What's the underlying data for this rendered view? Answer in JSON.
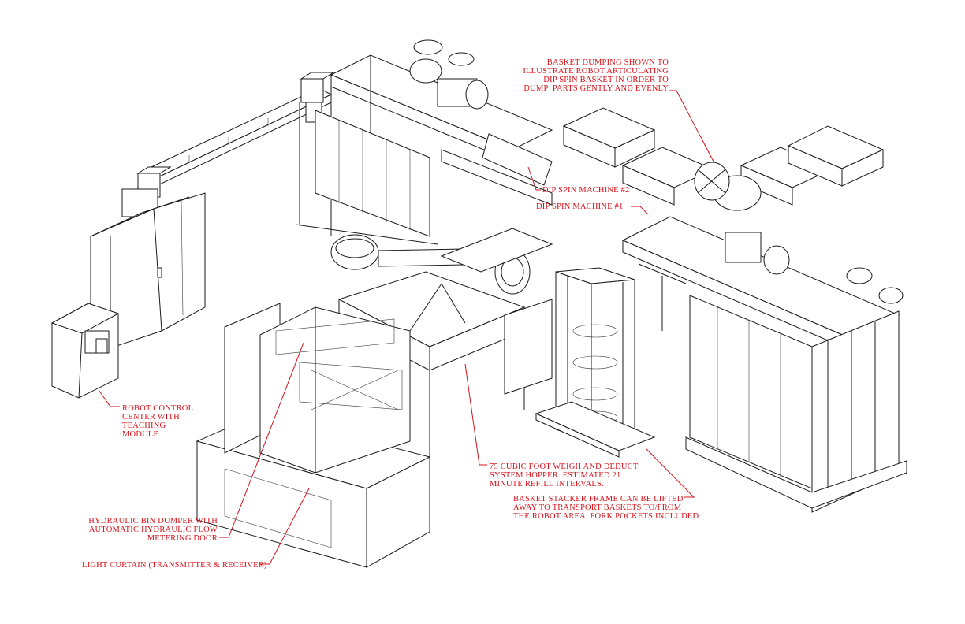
{
  "callouts": {
    "basket_dumping": "BASKET DUMPING SHOWN TO\nILLUSTRATE ROBOT ARTICULATING\nDIP SPIN BASKET IN ORDER TO\nDUMP  PARTS GENTLY AND EVENLY",
    "dip_spin_2": "DIP SPIN MACHINE #2",
    "dip_spin_1": "DIP SPIN MACHINE #1",
    "robot_control": "ROBOT CONTROL\nCENTER WITH\nTEACHING\nMODULE",
    "hopper": "75 CUBIC FOOT WEIGH AND DEDUCT\nSYSTEM HOPPER. ESTIMATED 21\nMINUTE REFILL INTERVALS.",
    "stacker": "BASKET STACKER FRAME CAN BE LIFTED\nAWAY TO TRANSPORT BASKETS TO/FROM\nTHE ROBOT AREA. FORK POCKETS INCLUDED.",
    "bin_dumper": "HYDRAULIC BIN DUMPER WITH\nAUTOMATIC HYDRAULIC FLOW\nMETERING DOOR",
    "light_curtain": "LIGHT CURTAIN (TRANSMITTER & RECEIVER)"
  },
  "colors": {
    "callout": "#d8121a",
    "linework": "#1a1a1a",
    "background": "#ffffff"
  }
}
